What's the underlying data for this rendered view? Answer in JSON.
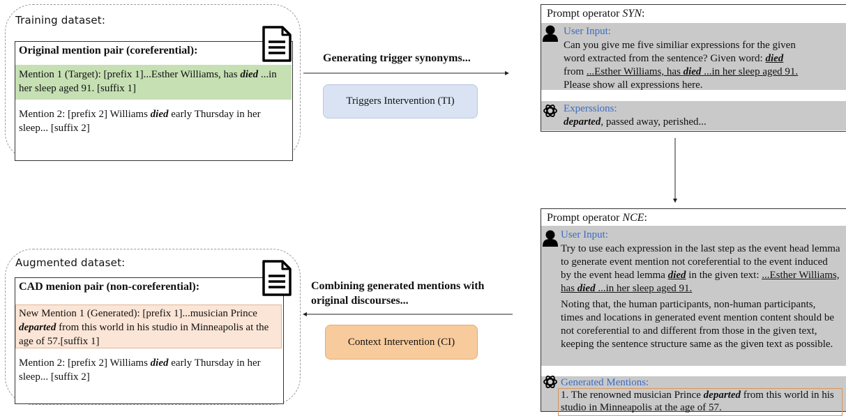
{
  "training": {
    "label": "Training dataset:",
    "pair_title": "Original mention pair (coreferential):",
    "m1_prefix": "Mention 1 (Target): [prefix 1]...Esther Williams, has ",
    "m1_trigger": "died",
    "m1_suffix": " ...in her sleep aged 91. [suffix 1]",
    "m2_prefix": "Mention 2: [prefix 2] Williams ",
    "m2_trigger": "died",
    "m2_suffix": " early Thursday in her sleep... [suffix 2]"
  },
  "augmented": {
    "label": "Augmented dataset:",
    "pair_title": "CAD menion pair (non-coreferential):",
    "m1_prefix": "New Mention 1 (Generated): [prefix 1]...musician Prince ",
    "m1_trigger": "departed",
    "m1_suffix": " from this world in his studio in Minneapolis at the age of 57.[suffix 1]",
    "m2_prefix": "Mention 2: [prefix 2] Williams ",
    "m2_trigger": "died",
    "m2_suffix": " early Thursday in her sleep... [suffix 2]"
  },
  "steps": {
    "top_text": "Generating trigger synonyms...",
    "top_pill": "Triggers Intervention (TI)",
    "bottom_text": "Combining generated mentions with original discourses...",
    "bottom_pill": "Context Intervention (CI)"
  },
  "syn_panel": {
    "title_prefix": "Prompt operator ",
    "title_op": "SYN",
    "title_suffix": ":",
    "user_label": "User Input:",
    "q1": "Can you give me five similiar expressions for the given",
    "q2_a": "word extracted from the sentence? Given word: ",
    "q2_word": "died",
    "q3_a": "from ",
    "q3_u1": "...Esther Williams, has ",
    "q3_word": "died",
    "q3_u2": " ...in her sleep aged 91.",
    "q4": "Please show all expressions here.",
    "resp_label": "Experssions:",
    "resp_first": "departed",
    "resp_rest": ", passed away, perished..."
  },
  "nce_panel": {
    "title_prefix": "Prompt operator ",
    "title_op": "NCE",
    "title_suffix": ":",
    "user_label": "User Input:",
    "l1": "Try to use each expression in the last step as the event head lemma",
    "l2": "to generate event mention not coreferential to the event induced",
    "l3_a": "by the event head lemma ",
    "l3_word": "died",
    "l3_b": " in the given text: ",
    "l3_u": "...Esther Williams,",
    "l4_u1": "has ",
    "l4_word": "died",
    "l4_u2": " ...in her sleep aged 91.",
    "l5": "Noting that, the human participants, non-human participants,",
    "l6": "times and locations in generated event mention content should be",
    "l7": "not coreferential to and different from those in the given text,",
    "l8": "keeping the sentence structure same as the given text as possible.",
    "resp_label": "Generated Mentions:",
    "g1_a": "1. The renowned musician Prince ",
    "g1_word": "departed",
    "g1_b": " from this world in his",
    "g2": "studio in Minneapolis at the age of 57.",
    "ellipsis": "..."
  },
  "colors": {
    "mention_green": "#c6e0b4",
    "mention_orange": "#fbe5d6",
    "ti_pill": "#dae3f3",
    "ci_pill": "#f8cb9c",
    "panel_gray": "#c9c9c9",
    "label_blue": "#3b6cc4"
  }
}
